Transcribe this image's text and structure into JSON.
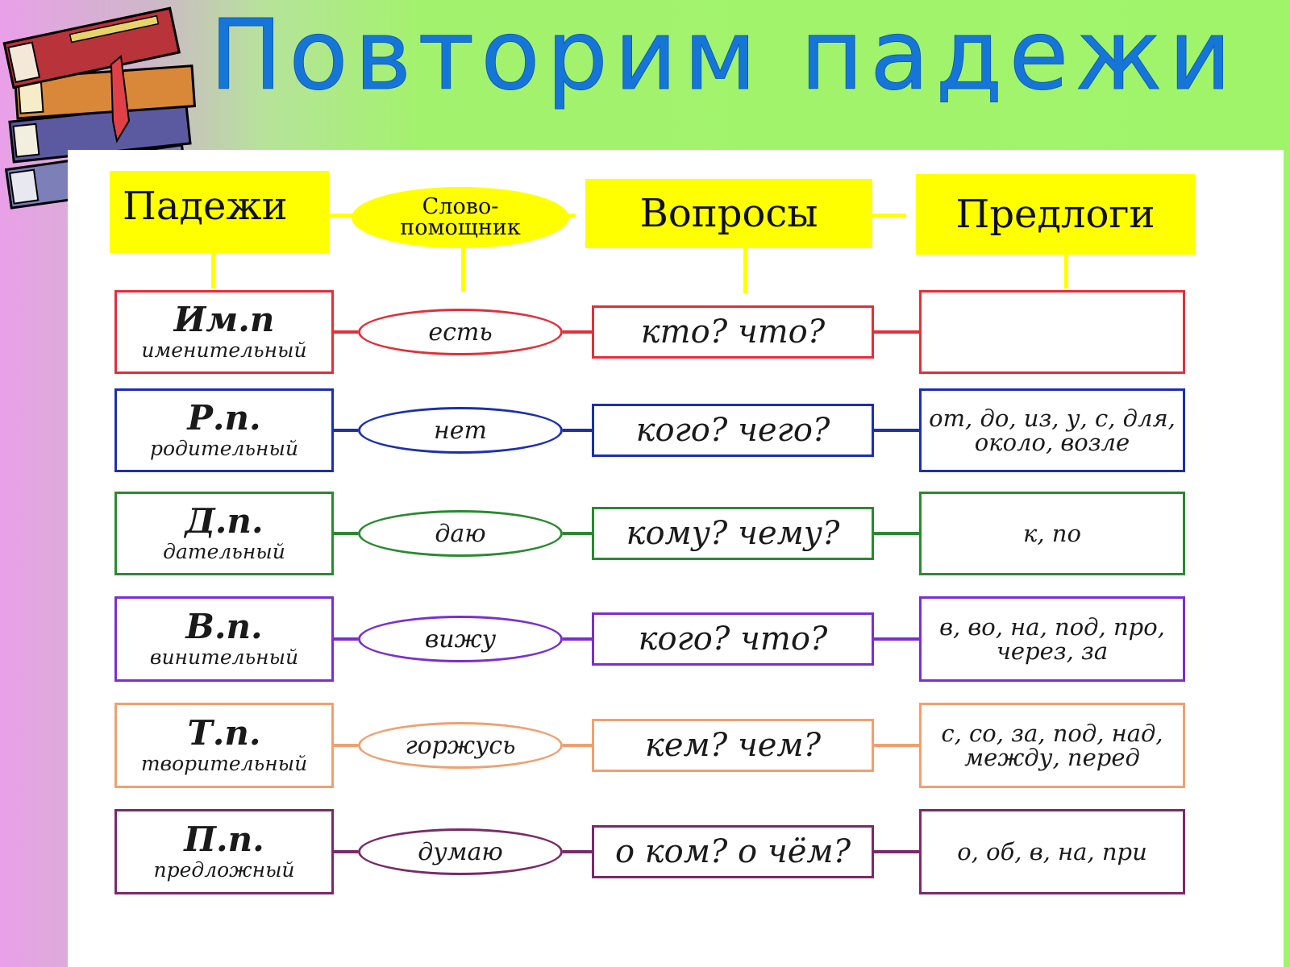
{
  "title": "Повторим падежи",
  "headers": {
    "cases": "Падежи",
    "helper_line1": "Слово-",
    "helper_line2": "помощник",
    "questions": "Вопросы",
    "prepositions": "Предлоги"
  },
  "rows": [
    {
      "abbr": "Им.п",
      "name": "именительный",
      "helper": "есть",
      "question": "кто? что?",
      "prepositions": "",
      "color": "#e0303a"
    },
    {
      "abbr": "Р.п.",
      "name": "родительный",
      "helper": "нет",
      "question": "кого? чего?",
      "prepositions": "от, до, из, у, с, для, около, возле",
      "color": "#1c2fb0"
    },
    {
      "abbr": "Д.п.",
      "name": "дательный",
      "helper": "даю",
      "question": "кому? чему?",
      "prepositions": "к, по",
      "color": "#2a8a30"
    },
    {
      "abbr": "В.п.",
      "name": "винительный",
      "helper": "вижу",
      "question": "кого? что?",
      "prepositions": "в, во, на, под, про, через, за",
      "color": "#7a2fcf"
    },
    {
      "abbr": "Т.п.",
      "name": "творительный",
      "helper": "горжусь",
      "question": "кем? чем?",
      "prepositions": "с, со, за, под, над, между, перед",
      "color": "#f0a070"
    },
    {
      "abbr": "П.п.",
      "name": "предложный",
      "helper": "думаю",
      "question": "о ком? о чём?",
      "prepositions": "о, об, в, на, при",
      "color": "#7a2a6a"
    }
  ],
  "colors": {
    "header_fill": "#ffff00",
    "title_text": "#1676d8"
  }
}
